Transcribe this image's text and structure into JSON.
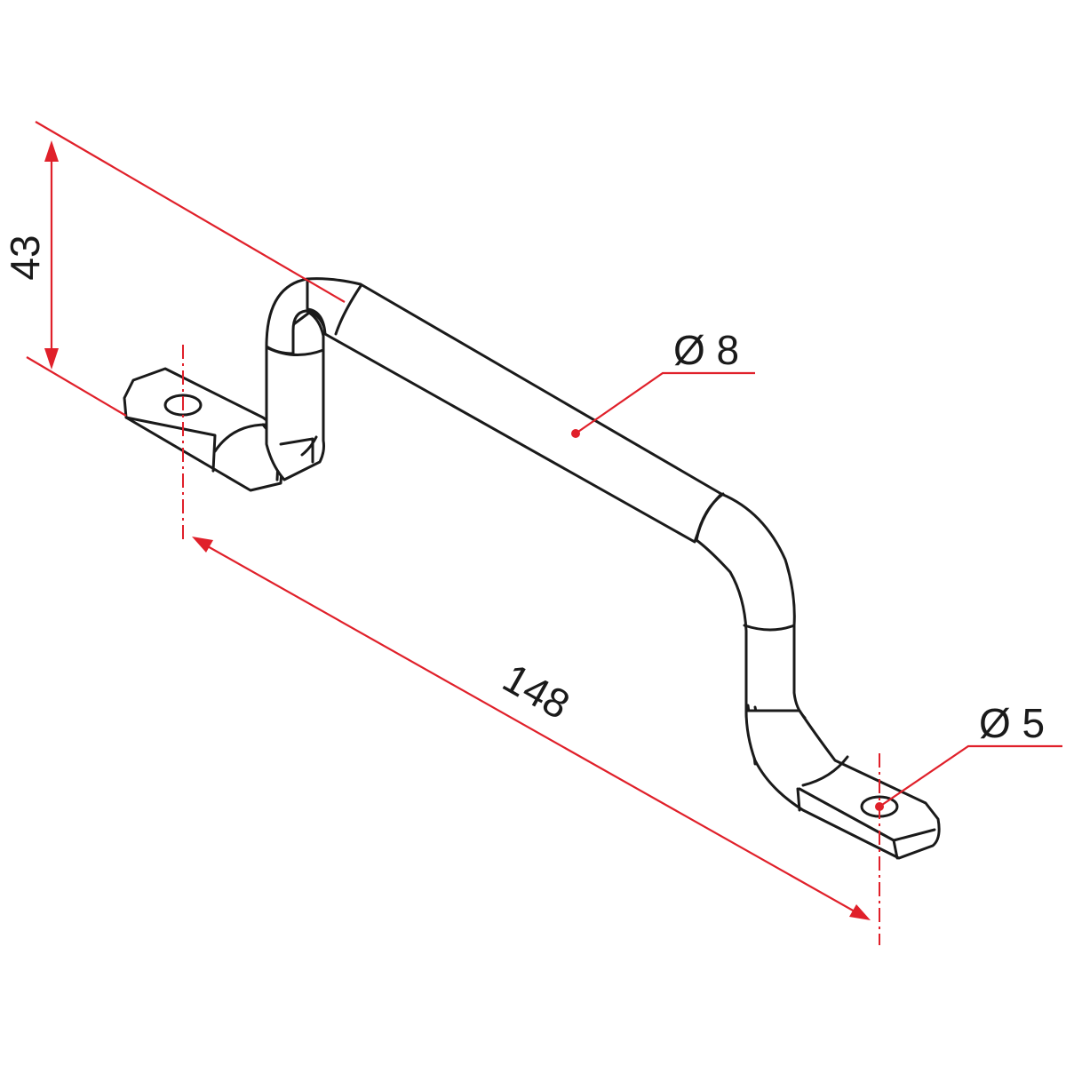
{
  "dimensions": {
    "height_label": "43",
    "length_label": "148",
    "tube_diameter_label": "Ø 8",
    "hole_diameter_label": "Ø 5"
  },
  "colors": {
    "dimension": "#e0202a",
    "outline": "#1a1a1a",
    "background": "#ffffff"
  }
}
